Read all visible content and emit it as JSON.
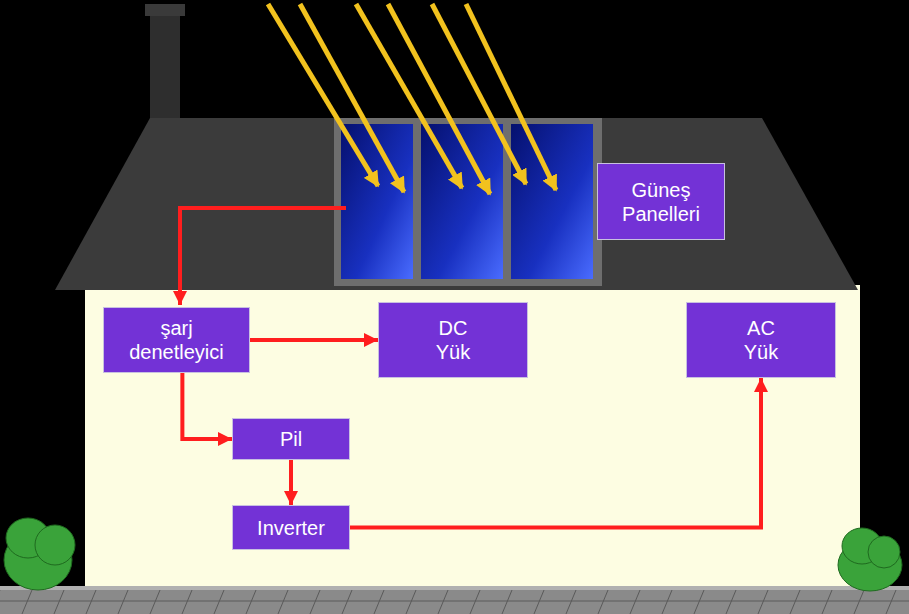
{
  "diagram": {
    "nodes": [
      {
        "text": [
          "Güneş Panelleri"
        ]
      },
      {
        "text": [
          "şarj denetleyici"
        ]
      },
      {
        "text": [
          "DC Yük"
        ]
      },
      {
        "text": [
          "AC Yük"
        ]
      },
      {
        "text": [
          "Pil"
        ]
      },
      {
        "text": [
          "Inverter"
        ]
      }
    ],
    "edges": [
      {
        "from": 1,
        "to": 2,
        "arrow": "to"
      },
      {
        "from": 1,
        "to": 4,
        "arrow": "to"
      },
      {
        "from": 4,
        "to": 5,
        "arrow": "to"
      },
      {
        "from": 5,
        "to": 3,
        "arrow": "to"
      }
    ]
  }
}
